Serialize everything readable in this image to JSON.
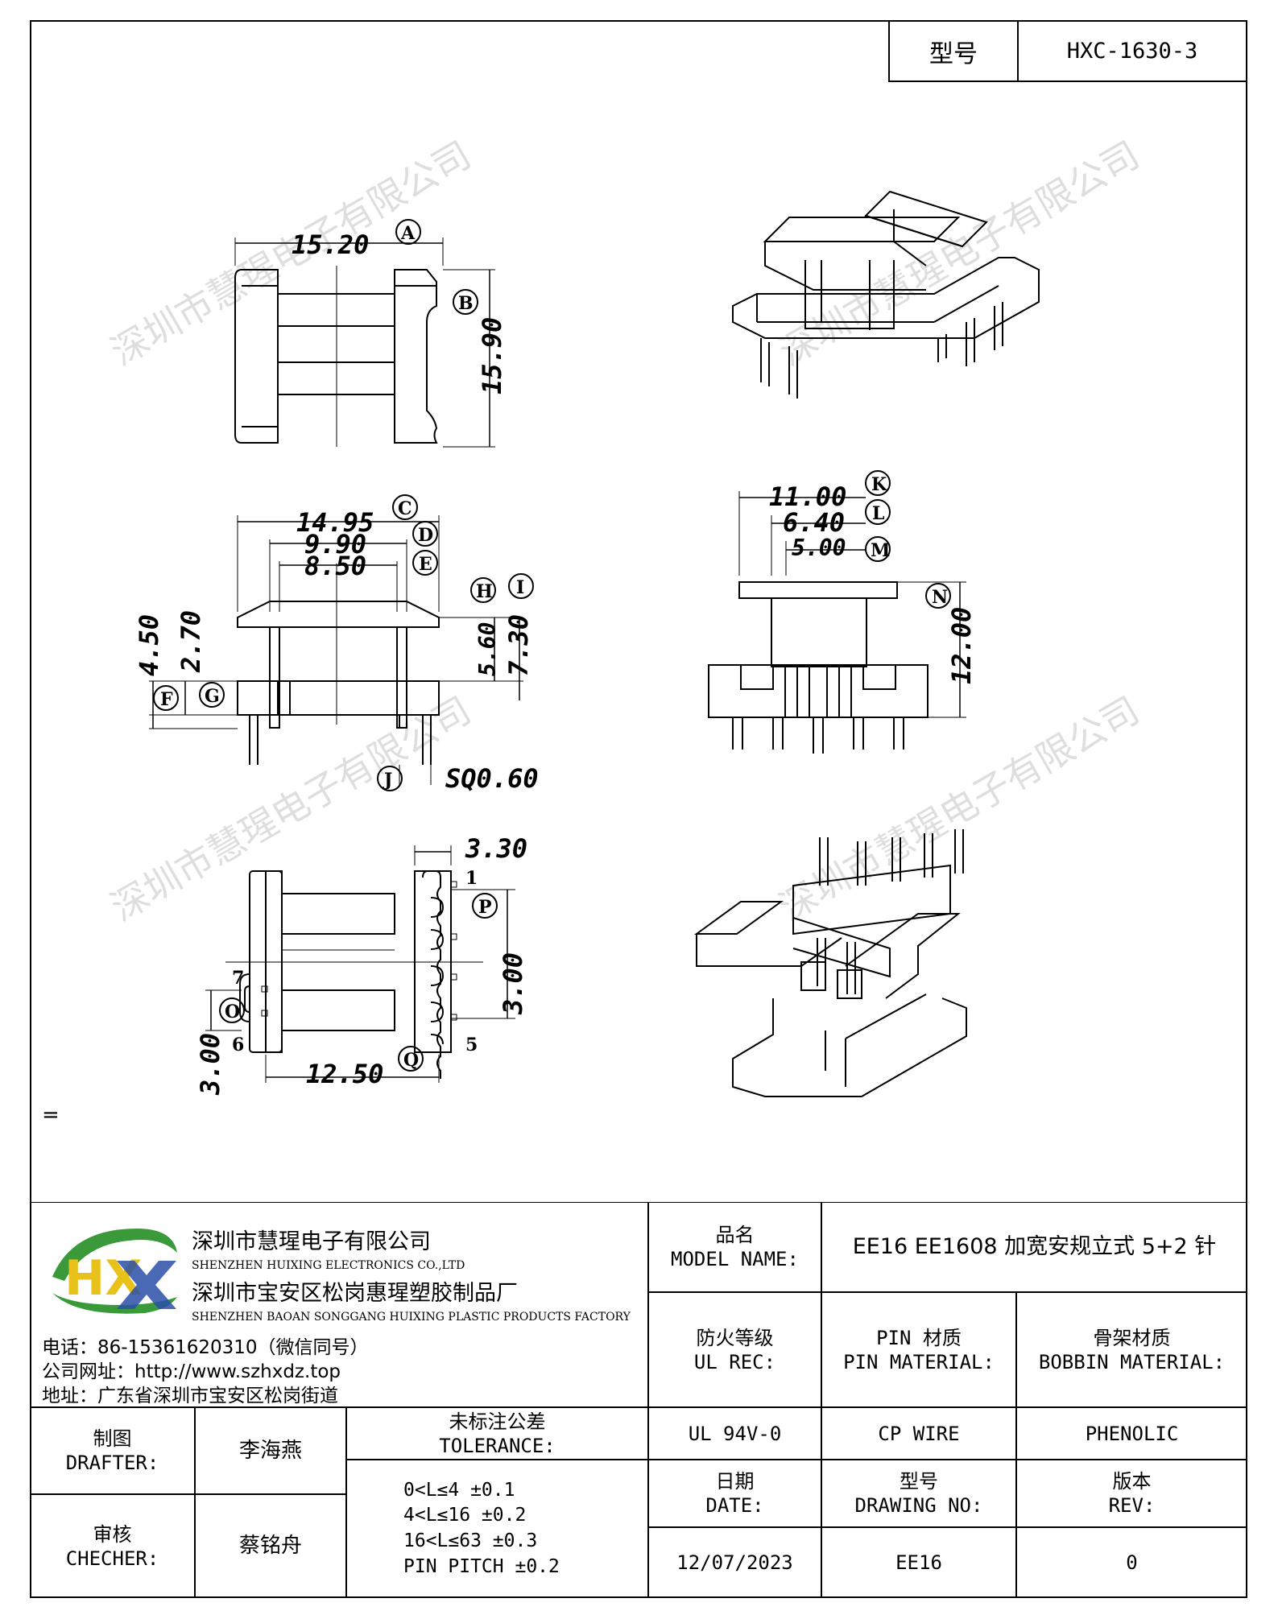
{
  "model_box": {
    "label": "型号",
    "value": "HXC-1630-3"
  },
  "stray_mark": "=",
  "watermark": "深圳市慧瑆电子有限公司",
  "dimensions": {
    "A": "15.20",
    "B": "15.90",
    "C": "14.95",
    "D": "9.90",
    "E": "8.50",
    "F": "4.50",
    "G": "2.70",
    "H": "5.60",
    "I": "7.30",
    "J": "SQ0.60",
    "K": "11.00",
    "L": "6.40",
    "M": "5.00",
    "N": "12.00",
    "P": "3.30",
    "P2": "3.00",
    "O": "3.00",
    "Q": "12.50"
  },
  "dim_letters": [
    "A",
    "B",
    "C",
    "D",
    "E",
    "F",
    "G",
    "H",
    "I",
    "J",
    "K",
    "L",
    "M",
    "N",
    "O",
    "P",
    "Q"
  ],
  "pin_numbers": {
    "p1": "1",
    "p5": "5",
    "p6": "6",
    "p7": "7"
  },
  "company": {
    "name_cn": "深圳市慧瑆电子有限公司",
    "name_en": "SHENZHEN HUIXING ELECTRONICS CO.,LTD",
    "factory_cn": "深圳市宝安区松岗惠瑆塑胶制品厂",
    "factory_en": "SHENZHEN BAOAN SONGGANG HUIXING PLASTIC PRODUCTS FACTORY",
    "phone": "电话：86-15361620310（微信同号）",
    "website": "公司网址：http://www.szhxdz.top",
    "address": "地址：广东省深圳市宝安区松岗街道",
    "logo_text": "HX",
    "colors": {
      "green": "#3a9a3a",
      "yellow": "#e8c21a",
      "blue": "#2a4fa8"
    }
  },
  "title_block": {
    "model_name_label_cn": "品名",
    "model_name_label_en": "MODEL NAME:",
    "model_name_value": "EE16 EE1608 加宽安规立式 5+2 针",
    "ul_label_cn": "防火等级",
    "ul_label_en": "UL REC:",
    "pin_mat_label_cn": "PIN 材质",
    "pin_mat_label_en": "PIN MATERIAL:",
    "bobbin_mat_label_cn": "骨架材质",
    "bobbin_mat_label_en": "BOBBIN MATERIAL:",
    "ul_value": "UL 94V-0",
    "pin_mat_value": "CP WIRE",
    "bobbin_mat_value": "PHENOLIC",
    "drafter_label_cn": "制图",
    "drafter_label_en": "DRAFTER:",
    "drafter_value": "李海燕",
    "checker_label_cn": "审核",
    "checker_label_en": "CHECHER:",
    "checker_value": "蔡铭舟",
    "tolerance_label_cn": "未标注公差",
    "tolerance_label_en": "TOLERANCE:",
    "tolerances": [
      "0<L≤4  ±0.1",
      "4<L≤16  ±0.2",
      "16<L≤63  ±0.3",
      "PIN PITCH  ±0.2"
    ],
    "date_label_cn": "日期",
    "date_label_en": "DATE:",
    "drawing_no_label_cn": "型号",
    "drawing_no_label_en": "DRAWING NO:",
    "rev_label_cn": "版本",
    "rev_label_en": "REV:",
    "date_value": "12/07/2023",
    "drawing_no_value": "EE16",
    "rev_value": "0"
  }
}
